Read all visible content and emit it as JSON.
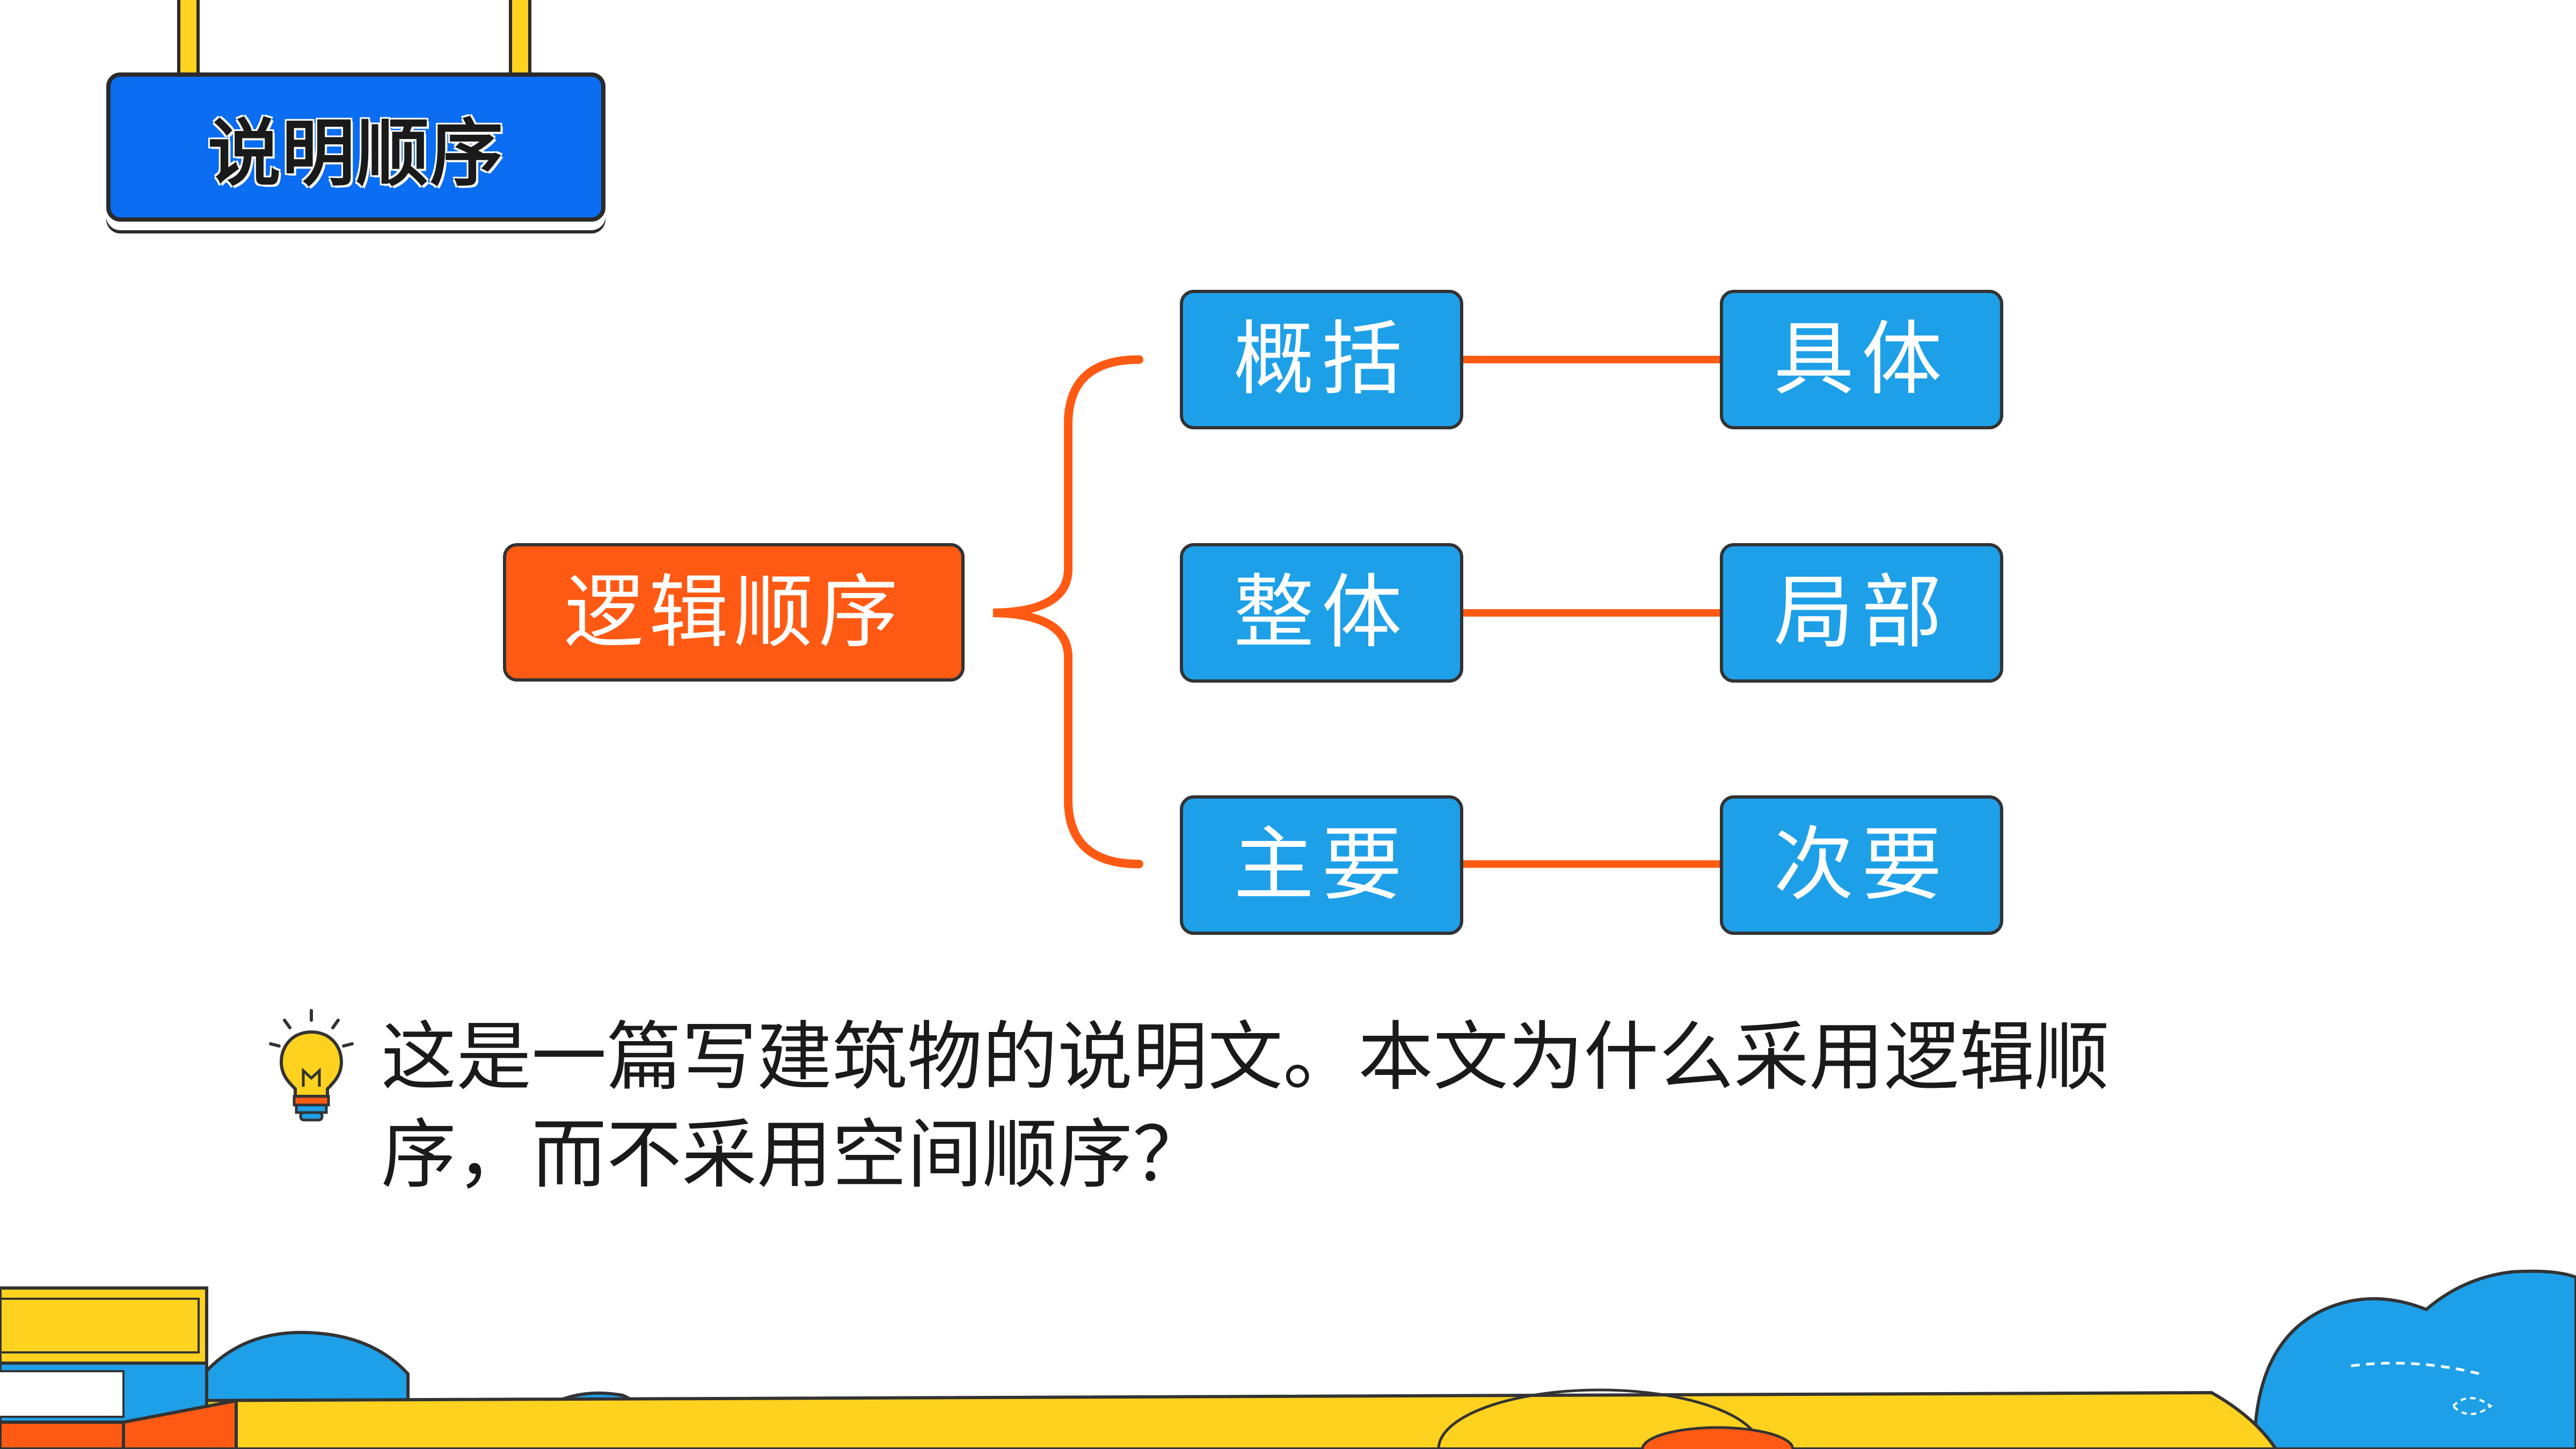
{
  "title": "说明顺序",
  "diagram": {
    "root": "逻辑顺序",
    "pairs": [
      {
        "left": "概括",
        "right": "具体"
      },
      {
        "left": "整体",
        "right": "局部"
      },
      {
        "left": "主要",
        "right": "次要"
      }
    ]
  },
  "question": {
    "line1": "这是一篇写建筑物的说明文。本文为什么采用逻辑顺",
    "line2": "序，而不采用空间顺序？",
    "icon": "lightbulb-icon"
  },
  "colors": {
    "title_bg": "#0A6DF2",
    "root_bg": "#FF5A14",
    "leaf_bg": "#1EA0E9",
    "connector": "#FF5A14",
    "accent_yellow": "#FFD21F"
  }
}
